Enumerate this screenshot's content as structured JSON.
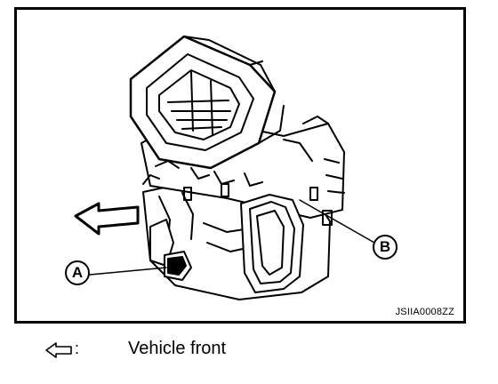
{
  "figure": {
    "callouts": {
      "a": "A",
      "b": "B"
    },
    "figure_code": "JSIIA0008ZZ"
  },
  "legend": {
    "icon": "hollow-left-arrow-icon",
    "separator": ":",
    "text": "Vehicle front"
  }
}
